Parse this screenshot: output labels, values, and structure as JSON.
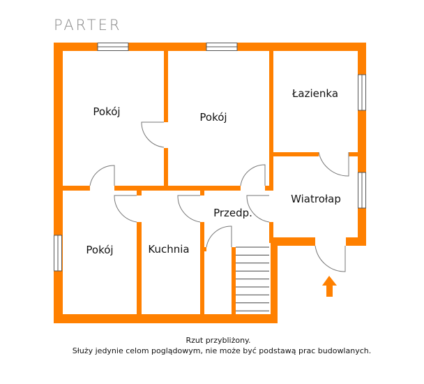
{
  "title": "PARTER",
  "rooms": {
    "pokoj_top_left": "Pokój",
    "pokoj_top_middle": "Pokój",
    "lazienka": "Łazienka",
    "wiatrolap": "Wiatrołap",
    "przedpokoj": "Przedp.",
    "pokoj_bottom_left": "Pokój",
    "kuchnia": "Kuchnia"
  },
  "notes": {
    "line1": "Rzut przybliżony.",
    "line2": "Służy jedynie celom poglądowym, nie może być podstawą prac budowlanych."
  },
  "colors": {
    "wall": "#ff8000",
    "text": "#111111",
    "title": "#888888"
  },
  "icons": {
    "entrance": "arrow-up-icon"
  }
}
